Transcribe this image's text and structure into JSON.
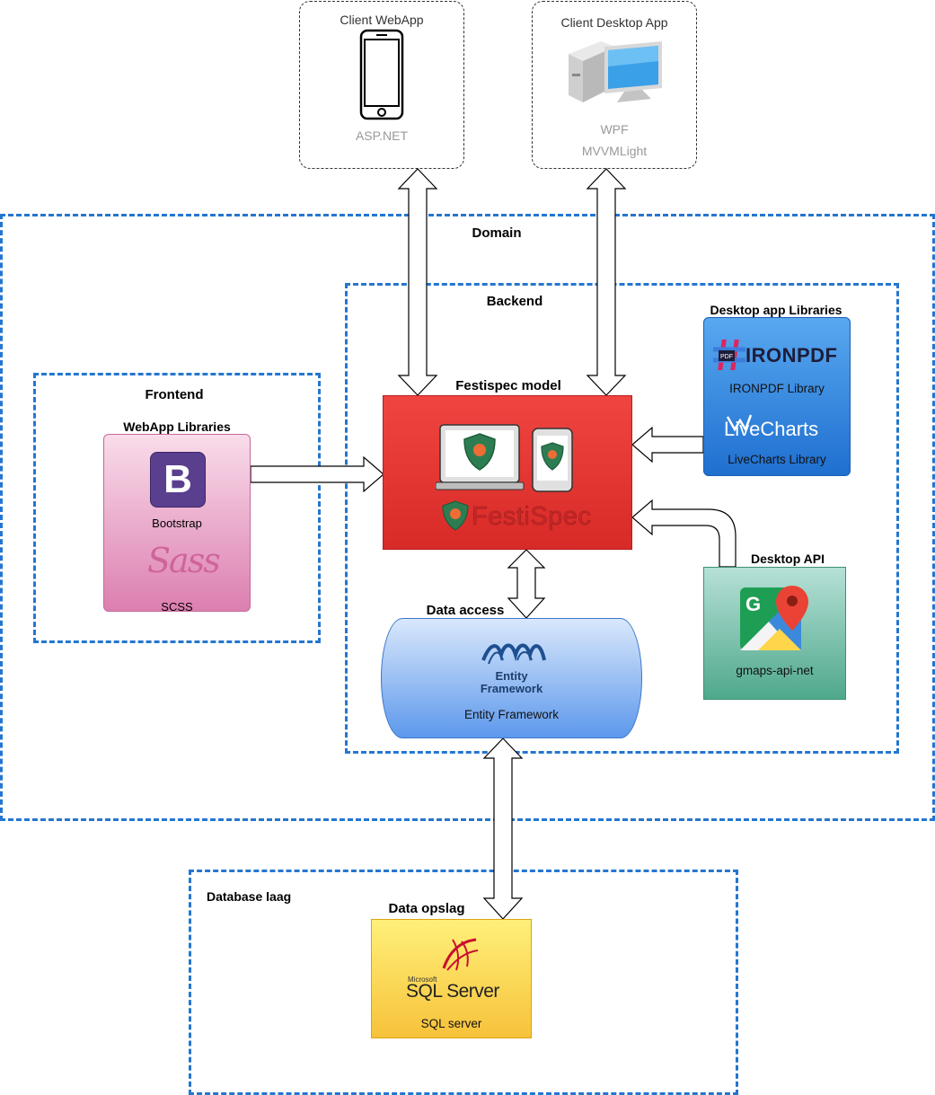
{
  "clients": {
    "webapp": {
      "title": "Client WebApp",
      "tech": "ASP.NET"
    },
    "desktop": {
      "title": "Client Desktop App",
      "tech1": "WPF",
      "tech2": "MVVMLight"
    }
  },
  "zones": {
    "domain": "Domain",
    "backend": "Backend",
    "frontend": "Frontend",
    "database": "Database laag"
  },
  "webapp_libraries": {
    "title": "WebApp Libraries",
    "bootstrap": "Bootstrap",
    "bootstrap_logo": "B",
    "sass_logo": "Sass",
    "scss": "SCSS"
  },
  "festispec_model": {
    "title": "Festispec model",
    "wordmark": "FestiSpec"
  },
  "desktop_libraries": {
    "title": "Desktop app Libraries",
    "ironpdf_logo": "IRONPDF",
    "ironpdf_caption": "IRONPDF Library",
    "livecharts_logo": "LiveCharts",
    "livecharts_caption": "LiveCharts Library"
  },
  "desktop_api": {
    "title": "Desktop API",
    "caption": "gmaps-api-net"
  },
  "data_access": {
    "title": "Data access",
    "logo_line1": "Entity",
    "logo_line2": "Framework",
    "caption": "Entity Framework"
  },
  "data_opslag": {
    "title": "Data opslag",
    "ms_small": "Microsoft",
    "logo": "SQL Server",
    "caption": "SQL server"
  },
  "colors": {
    "zone_border": "#2576d0",
    "model_red": "#e53935",
    "desktop_lib_blue": "#3b8fe6",
    "webapp_lib_pink": "#e7a6c8",
    "api_green": "#7cc1ad",
    "db_blue": "#6aa6f0",
    "sql_yellow": "#fbdc43"
  }
}
